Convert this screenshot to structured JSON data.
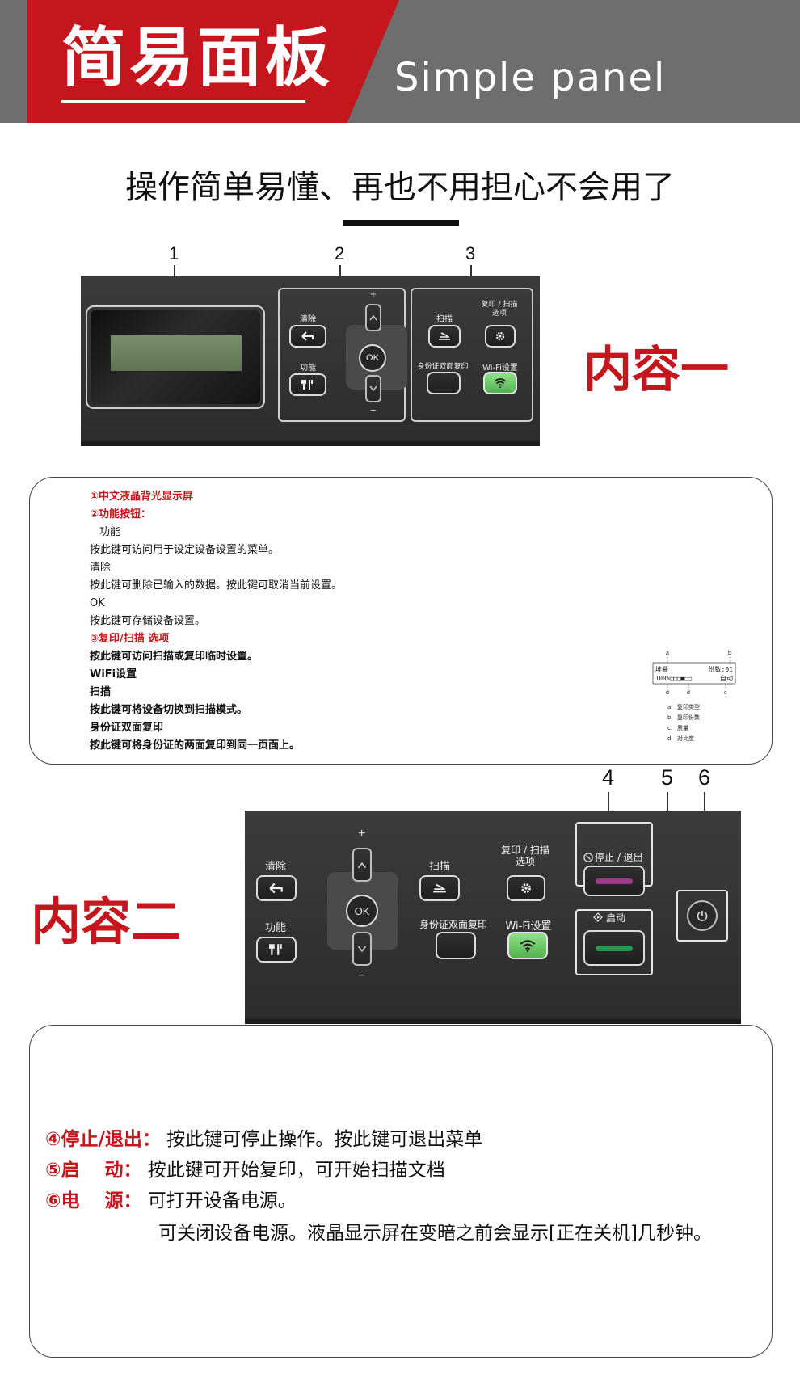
{
  "header": {
    "title": "简易面板",
    "subtitle": "Simple panel"
  },
  "headline": "操作简单易懂、再也不用担心不会用了",
  "section1": {
    "title": "内容一",
    "callouts": [
      "1",
      "2",
      "3"
    ],
    "panel": {
      "clear_label": "清除",
      "function_label": "功能",
      "ok_label": "OK",
      "plus": "+",
      "minus": "−",
      "scan_label": "扫描",
      "copy_scan_options_label": "复印 / 扫描\n选项",
      "id_copy_label": "身份证双面复印",
      "wifi_label": "Wi-Fi设置"
    }
  },
  "section1_desc": {
    "lines": [
      {
        "text": "①中文液晶背光显示屏",
        "style": "red"
      },
      {
        "text": "②功能按钮：",
        "style": "red"
      },
      {
        "text": "功能",
        "style": "indent"
      },
      {
        "text": "按此键可访问用于设定设备设置的菜单。",
        "style": ""
      },
      {
        "text": "清除",
        "style": ""
      },
      {
        "text": "按此键可删除已输入的数据。按此键可取消当前设置。",
        "style": ""
      },
      {
        "text": "OK",
        "style": ""
      },
      {
        "text": "按此键可存储设备设置。",
        "style": ""
      },
      {
        "text": "③复印/扫描 选项",
        "style": "red"
      },
      {
        "text": "按此键可访问扫描或复印临时设置。",
        "style": "bold"
      },
      {
        "text": "WiFi设置",
        "style": "bold"
      },
      {
        "text": "扫描",
        "style": "bold"
      },
      {
        "text": "按此键可将设备切换到扫描模式。",
        "style": "bold"
      },
      {
        "text": "身份证双面复印",
        "style": "bold"
      },
      {
        "text": "按此键可将身份证的两面复印到同一页面上。",
        "style": "bold"
      }
    ],
    "lcd": {
      "letters": [
        "a",
        "b",
        "c",
        "d"
      ],
      "row1_left": "堆叠",
      "row1_right": "份数:01",
      "row2_left": "100%□□□■□□",
      "row2_right": "自动",
      "legend": [
        {
          "key": "a.",
          "text": "复印类型"
        },
        {
          "key": "b.",
          "text": "复印份数"
        },
        {
          "key": "c.",
          "text": "质量"
        },
        {
          "key": "d.",
          "text": "对比度"
        }
      ]
    }
  },
  "section2": {
    "title": "内容二",
    "callouts": [
      "4",
      "5",
      "6"
    ],
    "panel": {
      "clear_label": "清除",
      "function_label": "功能",
      "ok_label": "OK",
      "plus": "+",
      "minus": "−",
      "scan_label": "扫描",
      "copy_scan_options_label": "复印 / 扫描\n选项",
      "id_copy_label": "身份证双面复印",
      "wifi_label": "Wi-Fi设置",
      "stop_exit_label": "停止 / 退出",
      "start_label": "启动"
    }
  },
  "section2_desc": {
    "items": [
      {
        "key": "④停止/退出：",
        "value": "按此键可停止操作。按此键可退出菜单"
      },
      {
        "key": "⑤启　 动：",
        "value": "按此键可开始复印，可开始扫描文档"
      },
      {
        "key": "⑥电　 源：",
        "value": "可打开设备电源。"
      },
      {
        "key": "",
        "value": "可关闭设备电源。液晶显示屏在变暗之前会显示[正在关机]几秒钟。"
      }
    ]
  },
  "colors": {
    "accent_red": "#c4161c",
    "banner_gray": "#6e6e6e",
    "panel_dark": "#333333",
    "wifi_green": "#6cc767",
    "stop_magenta": "#a03a8a",
    "start_green": "#1f9a50"
  },
  "icons": [
    "back-arrow-icon",
    "tools-icon",
    "scan-tray-icon",
    "gear-icon",
    "wifi-icon",
    "stop-icon",
    "start-diamond-icon",
    "power-icon",
    "chevron-up-icon",
    "chevron-down-icon"
  ]
}
